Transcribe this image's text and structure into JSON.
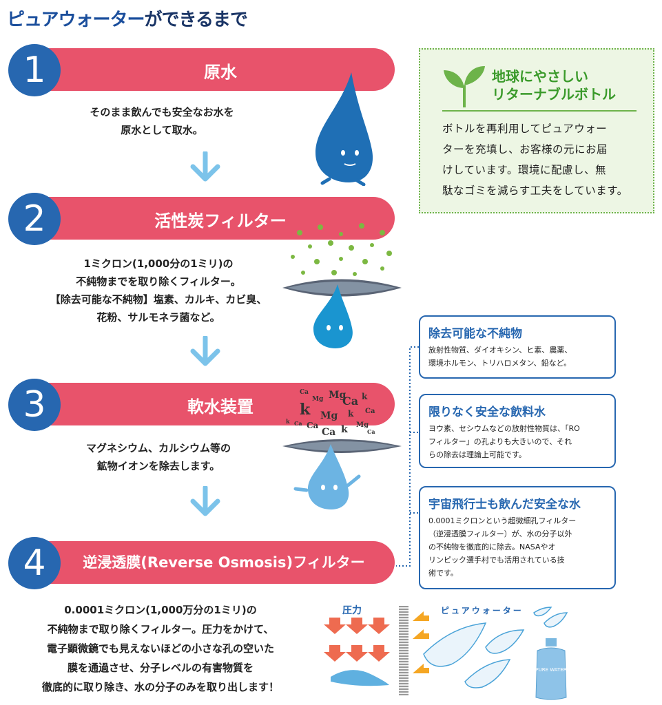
{
  "title_a": "ピュアウォーター",
  "title_b": "ができるまで",
  "steps": [
    {
      "num": "1",
      "label": "原水",
      "desc": [
        "そのまま飲んでも安全なお水を",
        "原水として取水。"
      ]
    },
    {
      "num": "2",
      "label": "活性炭フィルター",
      "desc": [
        "1ミクロン(1,000分の1ミリ)の",
        "不純物までを取り除くフィルター。",
        "【除去可能な不純物】塩素、カルキ、カビ臭、",
        "花粉、サルモネラ菌など。"
      ]
    },
    {
      "num": "3",
      "label": "軟水装置",
      "desc": [
        "マグネシウム、カルシウム等の",
        "鉱物イオンを除去します。"
      ]
    },
    {
      "num": "4",
      "label": "逆浸透膜(Reverse Osmosis)フィルター",
      "desc": [
        "0.0001ミクロン(1,000万分の1ミリ)の",
        "不純物まで取り除くフィルター。圧力をかけて、",
        "電子顕微鏡でも見えないほどの小さな孔の空いた",
        "膜を通過させ、分子レベルの有害物質を",
        "徹底的に取り除き、水の分子のみを取り出します！"
      ]
    }
  ],
  "eco": {
    "heading": [
      "地球にやさしい",
      "リターナブルボトル"
    ],
    "body": [
      "ボトルを再利用してピュアウォー",
      "ターを充填し、お客様の元にお届",
      "けしています。環境に配慮し、無",
      "駄なゴミを減らす工夫をしています。"
    ]
  },
  "cards": [
    {
      "heading": "除去可能な不純物",
      "body": [
        "放射性物質、ダイオキシン、ヒ素、農薬、",
        "環境ホルモン、トリハロメタン、鉛など。"
      ]
    },
    {
      "heading": "限りなく安全な飲料水",
      "body": [
        "ヨウ素、セシウムなどの放射性物質は、「RO",
        "フィルター」の孔よりも大きいので、それ",
        "らの除去は理論上可能です。"
      ]
    },
    {
      "heading": "宇宙飛行士も飲んだ安全な水",
      "body": [
        "0.0001ミクロンという超微細孔フィルター",
        "（逆浸透膜フィルター）が、水の分子以外",
        "の不純物を徹底的に除去。NASAやオ",
        "リンピック選手村でも活用されている技",
        "術です。"
      ]
    }
  ],
  "minerals": [
    "Ca",
    "Mg",
    "Mg",
    "Ca",
    "k",
    "k",
    "Mg",
    "k",
    "Ca",
    "Ca",
    "Ca",
    "Mg",
    "k",
    "Ca",
    "k",
    "Ca"
  ],
  "pressure_label": "圧力",
  "pure_label": "ピュアウォーター",
  "bottle_label": "PURE WATER",
  "colors": {
    "band": "#e8536b",
    "circle": "#2767b0",
    "arrow": "#7cc3ea",
    "eco_border": "#6db34a"
  }
}
